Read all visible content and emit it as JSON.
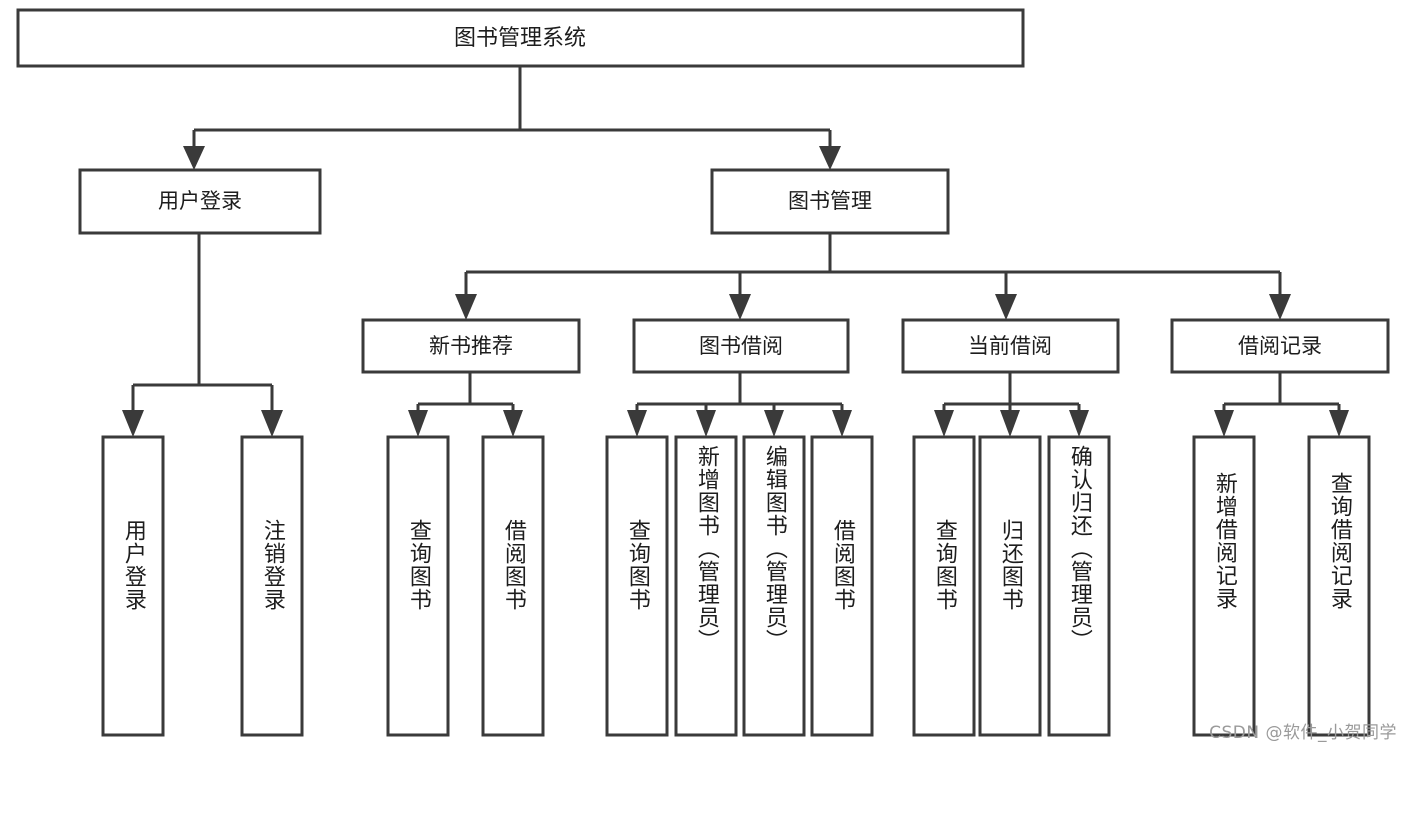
{
  "diagram": {
    "type": "tree-hierarchy",
    "title": "图书管理系统",
    "watermark": "CSDN @软件_小贺同学",
    "root": {
      "id": "root",
      "label": "图书管理系统",
      "orientation": "horizontal"
    },
    "level2": [
      {
        "id": "user-login",
        "label": "用户登录",
        "orientation": "horizontal"
      },
      {
        "id": "book-management",
        "label": "图书管理",
        "orientation": "horizontal"
      }
    ],
    "level3": [
      {
        "id": "new-book-recommend",
        "label": "新书推荐",
        "orientation": "horizontal",
        "parent": "book-management"
      },
      {
        "id": "book-borrow",
        "label": "图书借阅",
        "orientation": "horizontal",
        "parent": "book-management"
      },
      {
        "id": "current-borrow",
        "label": "当前借阅",
        "orientation": "horizontal",
        "parent": "book-management"
      },
      {
        "id": "borrow-record",
        "label": "借阅记录",
        "orientation": "horizontal",
        "parent": "book-management"
      }
    ],
    "leaves": [
      {
        "id": "leaf-user-login",
        "label": "用户登录",
        "parent": "user-login",
        "orientation": "vertical"
      },
      {
        "id": "leaf-logout-login",
        "label": "注销登录",
        "parent": "user-login",
        "orientation": "vertical"
      },
      {
        "id": "leaf-query-book-1",
        "label": "查询图书",
        "parent": "new-book-recommend",
        "orientation": "vertical"
      },
      {
        "id": "leaf-borrow-book-1",
        "label": "借阅图书",
        "parent": "new-book-recommend",
        "orientation": "vertical"
      },
      {
        "id": "leaf-query-book-2",
        "label": "查询图书",
        "parent": "book-borrow",
        "orientation": "vertical"
      },
      {
        "id": "leaf-add-book",
        "label": "新增图书（管理员）",
        "parent": "book-borrow",
        "orientation": "vertical"
      },
      {
        "id": "leaf-edit-book",
        "label": "编辑图书（管理员）",
        "parent": "book-borrow",
        "orientation": "vertical"
      },
      {
        "id": "leaf-borrow-book-2",
        "label": "借阅图书",
        "parent": "book-borrow",
        "orientation": "vertical"
      },
      {
        "id": "leaf-query-book-3",
        "label": "查询图书",
        "parent": "current-borrow",
        "orientation": "vertical"
      },
      {
        "id": "leaf-return-book",
        "label": "归还图书",
        "parent": "current-borrow",
        "orientation": "vertical"
      },
      {
        "id": "leaf-confirm-return",
        "label": "确认归还（管理员）",
        "parent": "current-borrow",
        "orientation": "vertical"
      },
      {
        "id": "leaf-add-record",
        "label": "新增借阅记录",
        "parent": "borrow-record",
        "orientation": "vertical"
      },
      {
        "id": "leaf-query-record",
        "label": "查询借阅记录",
        "parent": "borrow-record",
        "orientation": "vertical"
      }
    ],
    "colors": {
      "box_stroke": "#3a3a3a",
      "box_fill": "#ffffff",
      "text": "#1d1d1d",
      "background": "#ffffff",
      "watermark": "#9a9a9a"
    }
  }
}
